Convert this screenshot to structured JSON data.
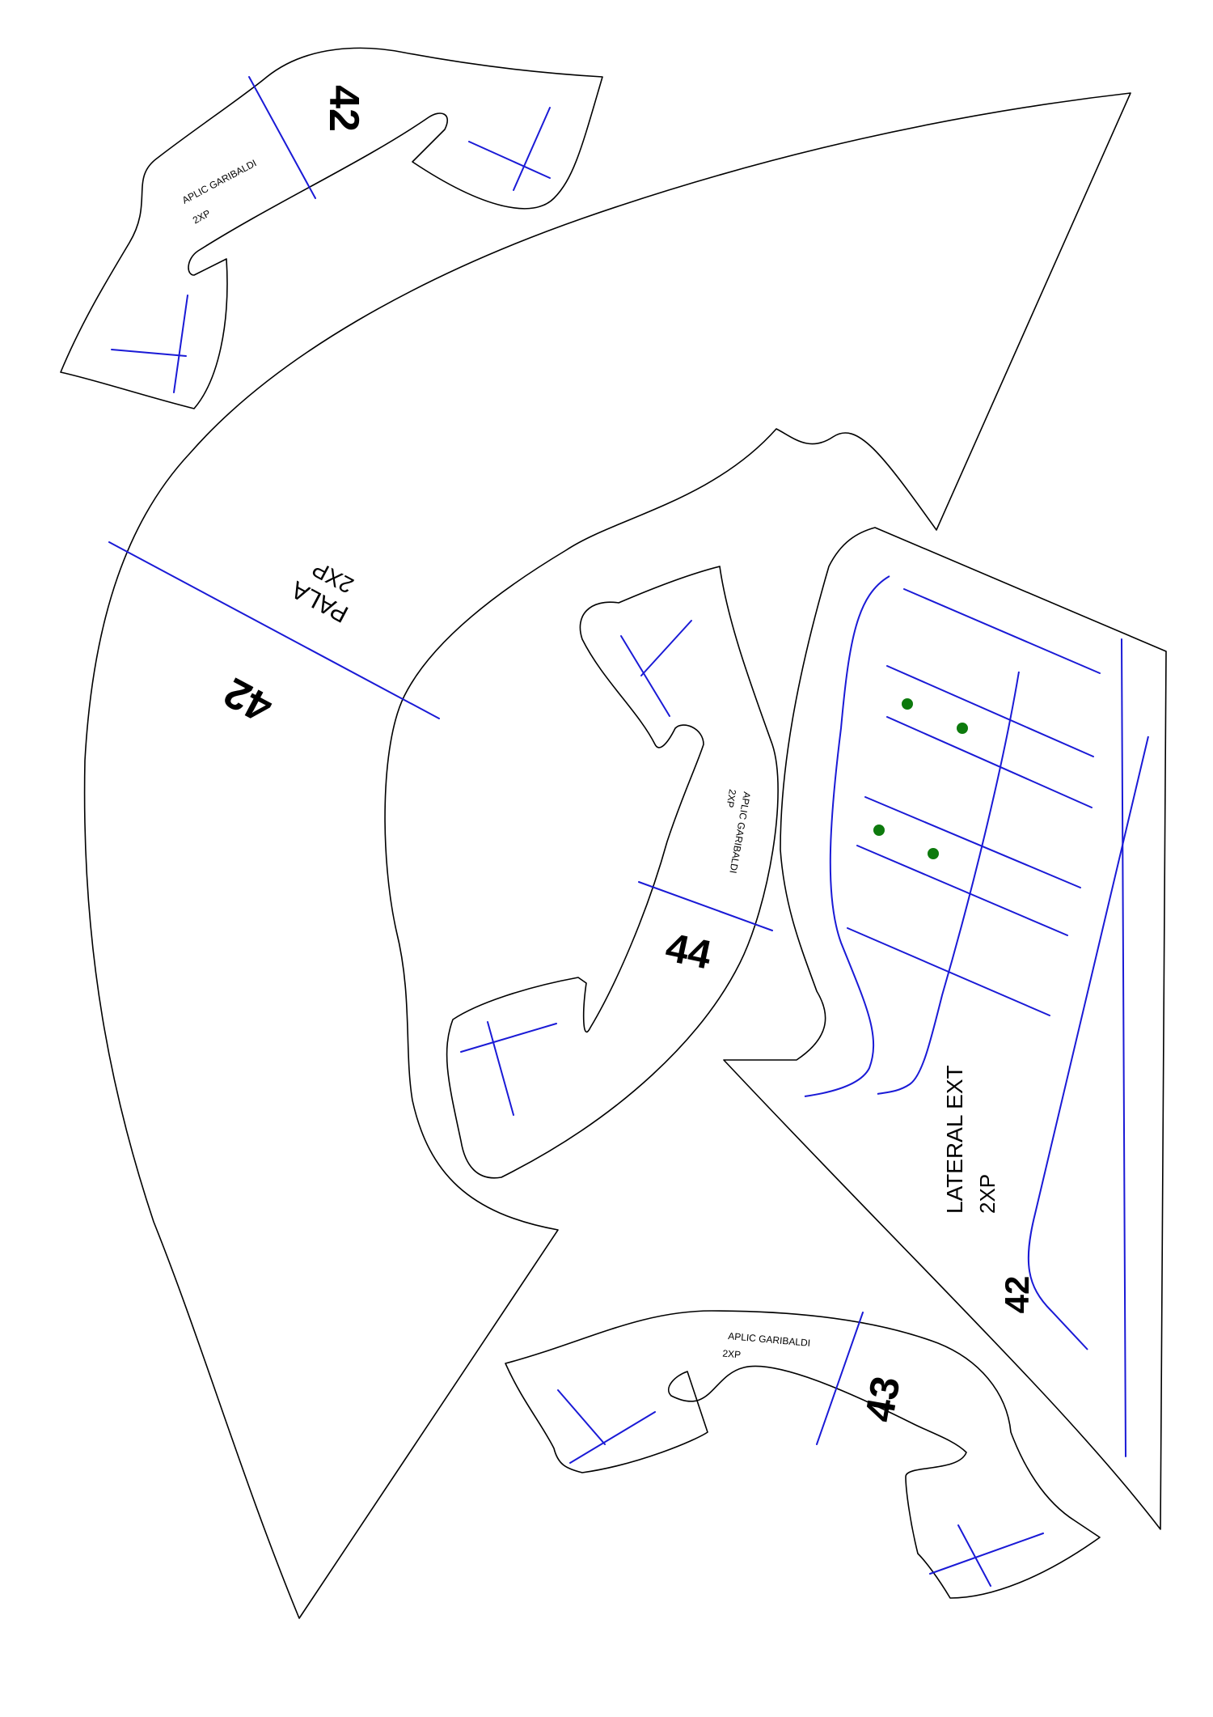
{
  "colors": {
    "outline": "#000000",
    "guide": "#1a1ad6",
    "mark": "#0d7a0d",
    "background": "#ffffff"
  },
  "pieces": {
    "pala": {
      "name": "PALA",
      "quantity": "2XP",
      "size": "42"
    },
    "lateral_ext": {
      "name": "LATERAL EXT",
      "quantity": "2XP",
      "size": "42"
    },
    "aplic_top": {
      "name": "APLIC GARIBALDI",
      "quantity": "2XP",
      "size": "42"
    },
    "aplic_center": {
      "name": "APLIC GARIBALDI",
      "quantity": "2XP",
      "size": "44"
    },
    "aplic_bottom": {
      "name": "APLIC GARIBALDI",
      "quantity": "2XP",
      "size": "43"
    }
  }
}
